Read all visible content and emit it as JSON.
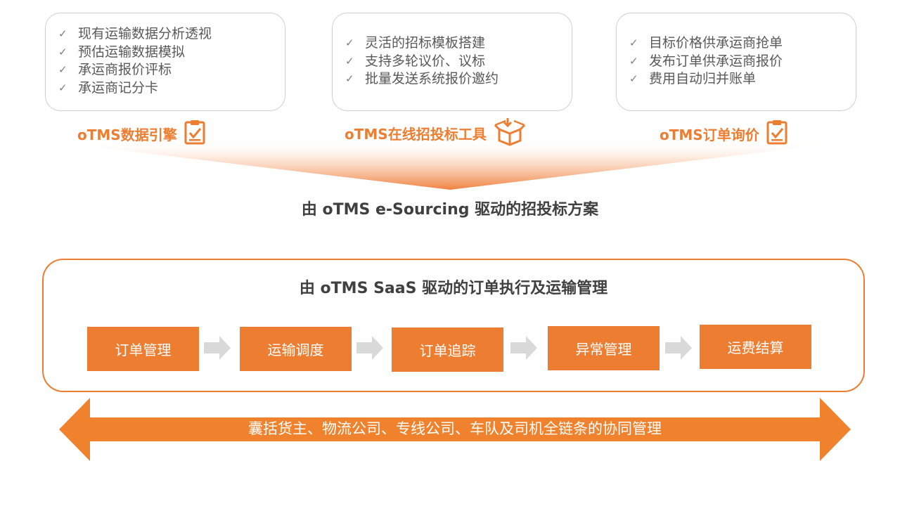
{
  "cards": [
    {
      "items": [
        "现有运输数据分析透视",
        "预估运输数据模拟",
        "承运商报价评标",
        "承运商记分卡"
      ]
    },
    {
      "items": [
        "灵活的招标模板搭建",
        "支持多轮议价、议标",
        "批量发送系统报价邀约"
      ]
    },
    {
      "items": [
        "目标价格供承运商抢单",
        "发布订单供承运商报价",
        "费用自动归并账单"
      ]
    }
  ],
  "check_mark": "✓",
  "tools": [
    {
      "label": "oTMS数据引擎",
      "icon": "clipboard-check-icon"
    },
    {
      "label": "oTMS在线招投标工具",
      "icon": "open-box-icon"
    },
    {
      "label": "oTMS订单询价",
      "icon": "clipboard-check-icon"
    }
  ],
  "esourcing_title": "由 oTMS e-Sourcing 驱动的招投标方案",
  "saas": {
    "title": "由 oTMS SaaS 驱动的订单执行及运输管理",
    "steps": [
      "订单管理",
      "运输调度",
      "订单追踪",
      "异常管理",
      "运费结算"
    ]
  },
  "collaboration": "囊括货主、物流公司、专线公司、车队及司机全链条的协同管理",
  "colors": {
    "accent": "#ed7d31",
    "text": "#404040",
    "gray_arrow": "#d9d9d9"
  }
}
